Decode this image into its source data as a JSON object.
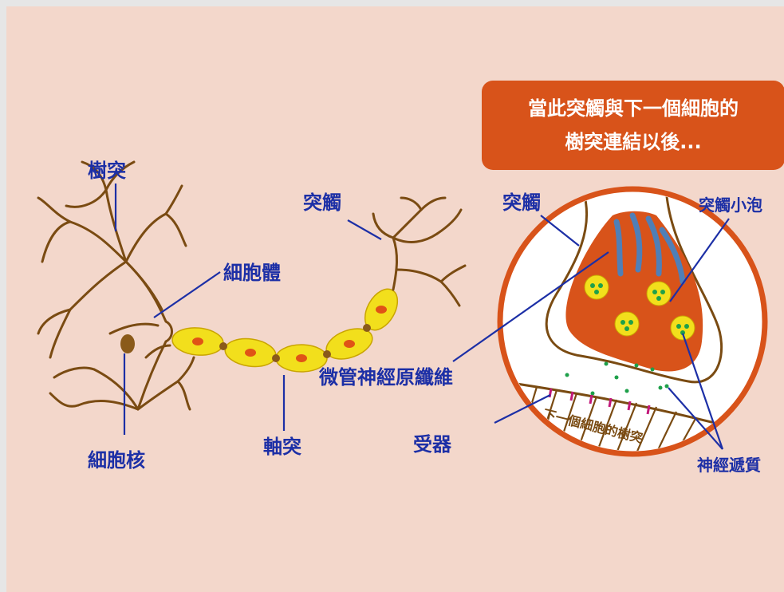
{
  "banner": {
    "line1": "當此突觸與下一個細胞的",
    "line2": "樹突連結以後..."
  },
  "labels": {
    "dendrite": "樹突",
    "cell_body": "細胞體",
    "nucleus": "細胞核",
    "axon": "軸突",
    "terminal": "突觸",
    "terminal_zoom": "突觸",
    "vesicle": "突觸小泡",
    "microtubule": "微管神經原纖維",
    "receptor": "受器",
    "neurotransmitter": "神經遞質",
    "next_dendrite": "下一個細胞的樹突"
  },
  "colors": {
    "background": "#f3d7cb",
    "banner": "#d8531a",
    "label": "#1c2fa6",
    "neuron_outline": "#7a4b12",
    "myelin": "#f2df1c",
    "terminal_fill": "#d8531a",
    "microtubule": "#4f7fb7",
    "neurotransmitter": "#1ea04a",
    "receptor": "#c2187a"
  }
}
